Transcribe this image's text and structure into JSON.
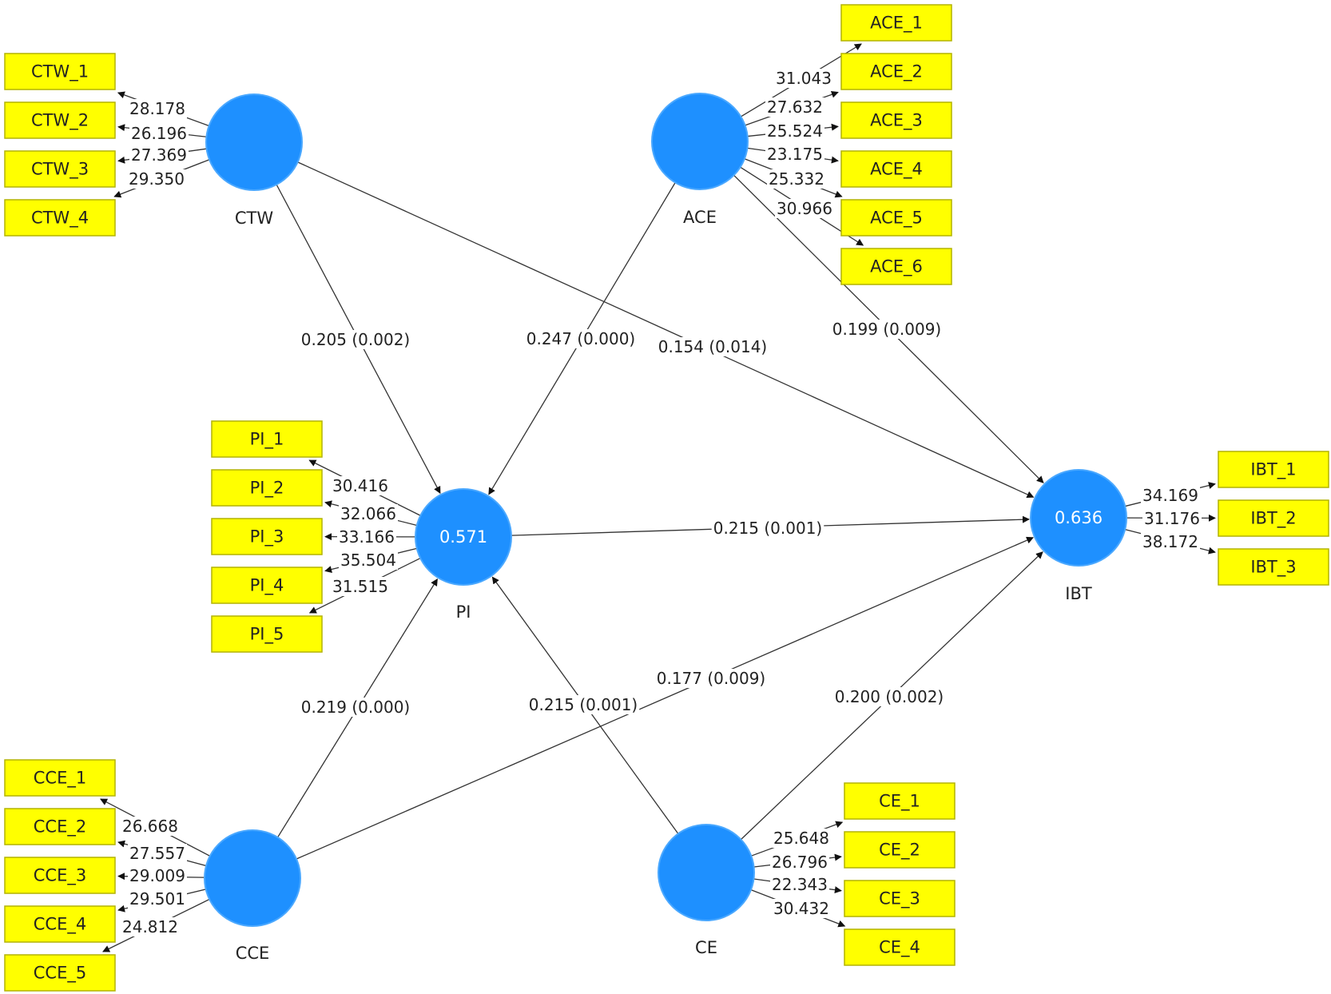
{
  "constructs": [
    {
      "id": "CTW",
      "name": "CTW",
      "r2": ""
    },
    {
      "id": "ACE",
      "name": "ACE",
      "r2": ""
    },
    {
      "id": "PI",
      "name": "PI",
      "r2": "0.571"
    },
    {
      "id": "IBT",
      "name": "IBT",
      "r2": "0.636"
    },
    {
      "id": "CCE",
      "name": "CCE",
      "r2": ""
    },
    {
      "id": "CE",
      "name": "CE",
      "r2": ""
    }
  ],
  "indicators": [
    {
      "id": "CTW_1",
      "construct": "CTW",
      "tvalue": "28.178"
    },
    {
      "id": "CTW_2",
      "construct": "CTW",
      "tvalue": "26.196"
    },
    {
      "id": "CTW_3",
      "construct": "CTW",
      "tvalue": "27.369"
    },
    {
      "id": "CTW_4",
      "construct": "CTW",
      "tvalue": "29.350"
    },
    {
      "id": "ACE_1",
      "construct": "ACE",
      "tvalue": "31.043"
    },
    {
      "id": "ACE_2",
      "construct": "ACE",
      "tvalue": "27.632"
    },
    {
      "id": "ACE_3",
      "construct": "ACE",
      "tvalue": "25.524"
    },
    {
      "id": "ACE_4",
      "construct": "ACE",
      "tvalue": "23.175"
    },
    {
      "id": "ACE_5",
      "construct": "ACE",
      "tvalue": "25.332"
    },
    {
      "id": "ACE_6",
      "construct": "ACE",
      "tvalue": "30.966"
    },
    {
      "id": "PI_1",
      "construct": "PI",
      "tvalue": "30.416"
    },
    {
      "id": "PI_2",
      "construct": "PI",
      "tvalue": "32.066"
    },
    {
      "id": "PI_3",
      "construct": "PI",
      "tvalue": "33.166"
    },
    {
      "id": "PI_4",
      "construct": "PI",
      "tvalue": "35.504"
    },
    {
      "id": "PI_5",
      "construct": "PI",
      "tvalue": "31.515"
    },
    {
      "id": "IBT_1",
      "construct": "IBT",
      "tvalue": "34.169"
    },
    {
      "id": "IBT_2",
      "construct": "IBT",
      "tvalue": "31.176"
    },
    {
      "id": "IBT_3",
      "construct": "IBT",
      "tvalue": "38.172"
    },
    {
      "id": "CCE_1",
      "construct": "CCE",
      "tvalue": "26.668"
    },
    {
      "id": "CCE_2",
      "construct": "CCE",
      "tvalue": "27.557"
    },
    {
      "id": "CCE_3",
      "construct": "CCE",
      "tvalue": "29.009"
    },
    {
      "id": "CCE_4",
      "construct": "CCE",
      "tvalue": "29.501"
    },
    {
      "id": "CCE_5",
      "construct": "CCE",
      "tvalue": "24.812"
    },
    {
      "id": "CE_1",
      "construct": "CE",
      "tvalue": "25.648"
    },
    {
      "id": "CE_2",
      "construct": "CE",
      "tvalue": "26.796"
    },
    {
      "id": "CE_3",
      "construct": "CE",
      "tvalue": "22.343"
    },
    {
      "id": "CE_4",
      "construct": "CE",
      "tvalue": "30.432"
    }
  ],
  "paths": [
    {
      "from": "CTW",
      "to": "PI",
      "label": "0.205 (0.002)"
    },
    {
      "from": "ACE",
      "to": "PI",
      "label": "0.247 (0.000)"
    },
    {
      "from": "CTW",
      "to": "IBT",
      "label": "0.154 (0.014)"
    },
    {
      "from": "ACE",
      "to": "IBT",
      "label": "0.199 (0.009)"
    },
    {
      "from": "PI",
      "to": "IBT",
      "label": "0.215 (0.001)"
    },
    {
      "from": "CCE",
      "to": "PI",
      "label": "0.219 (0.000)"
    },
    {
      "from": "CE",
      "to": "PI",
      "label": "0.215 (0.001)"
    },
    {
      "from": "CCE",
      "to": "IBT",
      "label": "0.177 (0.009)"
    },
    {
      "from": "CE",
      "to": "IBT",
      "label": "0.200 (0.002)"
    }
  ],
  "colors": {
    "construct": "#1e90ff",
    "indicator": "#ffff00",
    "indicator_border": "#b3b300",
    "line": "#333333"
  }
}
